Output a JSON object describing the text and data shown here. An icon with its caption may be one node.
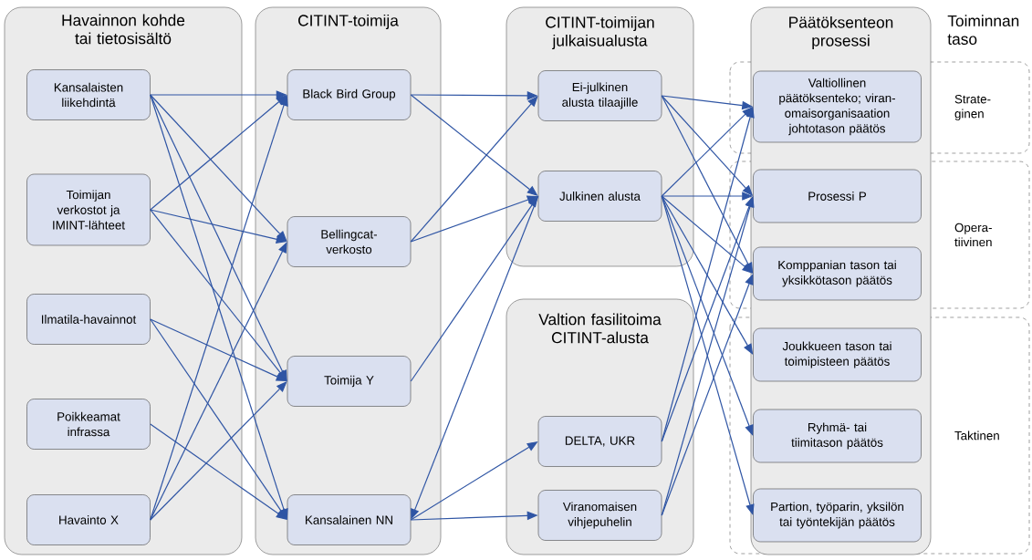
{
  "diagram": {
    "nodes": [
      {
        "text": [
          "Havainnon kohde tai tietosisältö"
        ]
      },
      {
        "text": [
          "Kansalaisten liikehdintä"
        ],
        "in": 0
      },
      {
        "text": [
          "Toimijan verkostot ja IMINT-lähteet"
        ],
        "in": 0
      },
      {
        "text": [
          "Ilmatila-havainnot"
        ],
        "in": 0
      },
      {
        "text": [
          "Poikkeamat infrassa"
        ],
        "in": 0
      },
      {
        "text": [
          "Havainto X"
        ],
        "in": 0
      },
      {
        "text": [
          "CITINT-toimija"
        ]
      },
      {
        "text": [
          "Black Bird Group"
        ],
        "in": 6
      },
      {
        "text": [
          "Bellingcat-verkosto"
        ],
        "in": 6
      },
      {
        "text": [
          "Toimija Y"
        ],
        "in": 6
      },
      {
        "text": [
          "Kansalainen NN"
        ],
        "in": 6
      },
      {
        "text": [
          "CITINT-toimijan julkaisualusta"
        ]
      },
      {
        "text": [
          "Ei-julkinen alusta tilaajille"
        ],
        "in": 11
      },
      {
        "text": [
          "Julkinen alusta"
        ],
        "in": 11
      },
      {
        "text": [
          "Valtion fasilitoima CITINT-alusta"
        ]
      },
      {
        "text": [
          "DELTA, UKR"
        ],
        "in": 14
      },
      {
        "text": [
          "Viranomaisen vihjepuhelin"
        ],
        "in": 14
      },
      {
        "text": [
          "Päätöksenteon prosessi"
        ]
      },
      {
        "text": [
          "Valtiollinen päätöksenteko; viran-omaisorganisaation johtotason päätös"
        ],
        "in": 17
      },
      {
        "text": [
          "Prosessi P"
        ],
        "in": 17
      },
      {
        "text": [
          "Komppanian tason tai yksikkötason päätös"
        ],
        "in": 17
      },
      {
        "text": [
          "Joukkueen tason tai toimipisteen päätös"
        ],
        "in": 17
      },
      {
        "text": [
          "Ryhmä- tai tiimitason päätös"
        ],
        "in": 17
      },
      {
        "text": [
          "Partion, työparin, yksilön tai työntekijän päätös"
        ],
        "in": 17
      }
    ],
    "edges": [
      {
        "from": 1,
        "to": 7,
        "arrow": "to"
      },
      {
        "from": 1,
        "to": 8,
        "arrow": "to"
      },
      {
        "from": 1,
        "to": 9,
        "arrow": "to"
      },
      {
        "from": 1,
        "to": 10,
        "arrow": "to"
      },
      {
        "from": 2,
        "to": 7,
        "arrow": "to"
      },
      {
        "from": 2,
        "to": 8,
        "arrow": "to"
      },
      {
        "from": 2,
        "to": 9,
        "arrow": "to"
      },
      {
        "from": 3,
        "to": 9,
        "arrow": "to"
      },
      {
        "from": 3,
        "to": 10,
        "arrow": "to"
      },
      {
        "from": 4,
        "to": 10,
        "arrow": "to"
      },
      {
        "from": 5,
        "to": 7,
        "arrow": "to"
      },
      {
        "from": 5,
        "to": 8,
        "arrow": "to"
      },
      {
        "from": 5,
        "to": 9,
        "arrow": "to"
      },
      {
        "from": 7,
        "to": 12,
        "arrow": "to"
      },
      {
        "from": 7,
        "to": 13,
        "arrow": "to"
      },
      {
        "from": 8,
        "to": 12,
        "arrow": "to"
      },
      {
        "from": 8,
        "to": 13,
        "arrow": "to"
      },
      {
        "from": 9,
        "to": 13,
        "arrow": "to"
      },
      {
        "from": 13,
        "to": 10,
        "arrow": "to"
      },
      {
        "from": 10,
        "to": 15,
        "arrow": "to"
      },
      {
        "from": 10,
        "to": 16,
        "arrow": "to"
      },
      {
        "from": 12,
        "to": 18,
        "arrow": "to"
      },
      {
        "from": 12,
        "to": 19,
        "arrow": "to"
      },
      {
        "from": 12,
        "to": 20,
        "arrow": "to"
      },
      {
        "from": 13,
        "to": 18,
        "arrow": "to"
      },
      {
        "from": 13,
        "to": 19,
        "arrow": "to"
      },
      {
        "from": 13,
        "to": 20,
        "arrow": "to"
      },
      {
        "from": 13,
        "to": 21,
        "arrow": "to"
      },
      {
        "from": 13,
        "to": 22,
        "arrow": "to"
      },
      {
        "from": 13,
        "to": 23,
        "arrow": "to"
      },
      {
        "from": 15,
        "to": 18,
        "arrow": "to"
      },
      {
        "from": 15,
        "to": 19,
        "arrow": "to"
      },
      {
        "from": 16,
        "to": 19,
        "arrow": "to"
      },
      {
        "from": 16,
        "to": 20,
        "arrow": "to"
      }
    ],
    "labels": [
      "Toiminnan taso",
      "Strate- ginen",
      "Opera- tiivinen",
      "Taktinen"
    ]
  }
}
